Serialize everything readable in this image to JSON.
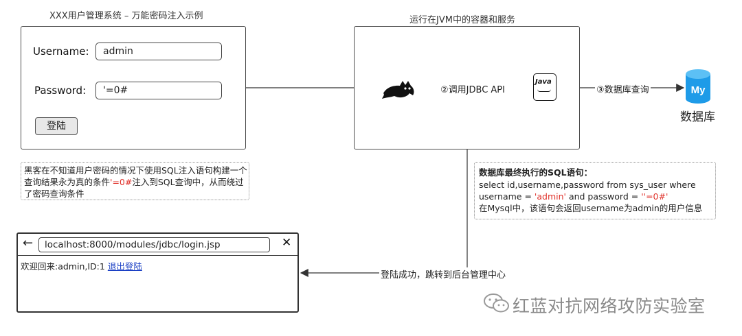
{
  "login_panel": {
    "title": "XXX用户管理系统 – 万能密码注入示例",
    "username_label": "Username:",
    "username_value": "admin",
    "password_label": "Password:",
    "password_value": "'=0#",
    "login_button": "登陆"
  },
  "injection_note": {
    "text_before": "黑客在不知道用户密码的情况下使用SQL注入语句构建一个查询结果永为真的条件",
    "highlight": "'=0#",
    "text_after": "注入到SQL查询中，从而绕过了密码查询条件"
  },
  "jvm_panel": {
    "title": "运行在JVM中的容器和服务",
    "step2_label": "②调用JDBC API",
    "step3_label": "③数据库查询",
    "java_icon_text": "Java"
  },
  "database": {
    "icon_text": "My",
    "label": "数据库"
  },
  "sql_note": {
    "heading": "数据库最终执行的SQL语句：",
    "line1": "select id,username,password from sys_user where",
    "line2_prefix": "username = ",
    "line2_user": "'admin'",
    "line2_mid": " and password = ",
    "line2_pass": "''=0#'",
    "line3": "在Mysql中，该语句会返回username为admin的用户信息"
  },
  "browser": {
    "back_icon": "←",
    "url": "localhost:8000/modules/jdbc/login.jsp",
    "close_icon": "✕",
    "welcome_text": "欢迎回来:admin,ID:1",
    "logout_link": "退出登陆"
  },
  "redirect_label": "登陆成功，跳转到后台管理中心",
  "watermark": "红蓝对抗网络攻防实验室",
  "colors": {
    "accent_red": "#e0332c",
    "mysql_blue": "#1e9be8",
    "link_blue": "#1a3fc4"
  }
}
